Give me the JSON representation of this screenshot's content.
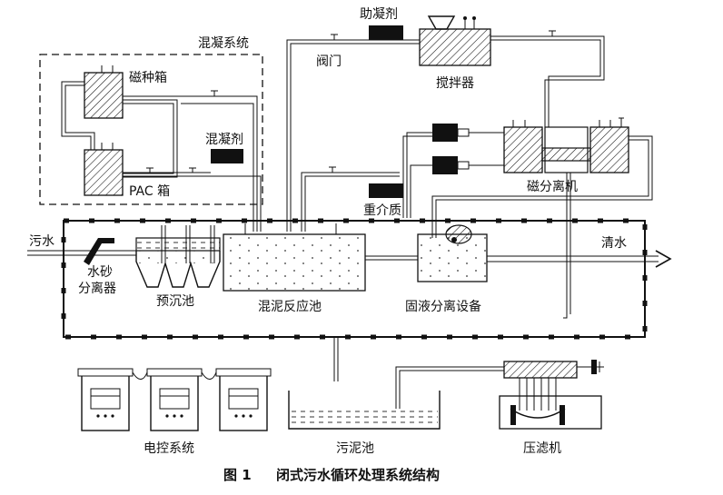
{
  "caption": {
    "number": "图 1",
    "title": "闭式污水循环处理系统结构"
  },
  "coagulation_system": {
    "title": "混凝系统",
    "magnetic_seed_tank": "磁种箱",
    "pac_tank": "PAC 箱",
    "coagulant": "混凝剂"
  },
  "labels": {
    "coagulant_aid": "助凝剂",
    "valve": "阀门",
    "mixer": "搅拌器",
    "magnetic_separator": "磁分离机",
    "heavy_medium": "重介质",
    "sewage_in": "污水",
    "water_sand_separator_line1": "水砂",
    "water_sand_separator_line2": "分离器",
    "pre_settling_tank": "预沉池",
    "mixed_sludge_reaction_tank": "混泥反应池",
    "solid_liquid_separator": "固液分离设备",
    "clean_water": "清水",
    "electric_control_system": "电控系统",
    "sludge_tank": "污泥池",
    "filter_press": "压滤机"
  }
}
